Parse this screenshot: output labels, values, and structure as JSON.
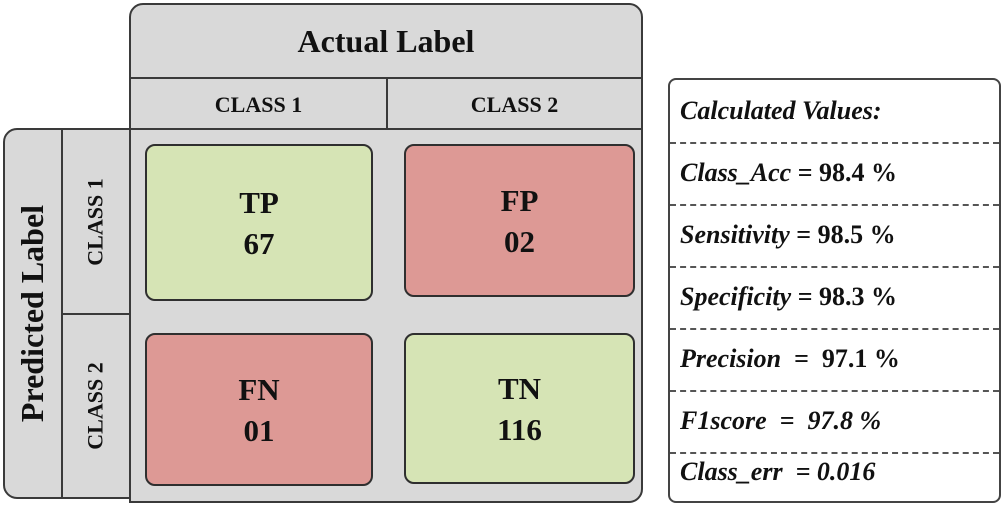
{
  "actual_label": {
    "title": "Actual Label",
    "classes": [
      "CLASS 1",
      "CLASS 2"
    ]
  },
  "predicted_label": {
    "title": "Predicted Label",
    "classes": [
      "CLASS 1",
      "CLASS 2"
    ]
  },
  "matrix": {
    "tp": {
      "label": "TP",
      "value": "67"
    },
    "fp": {
      "label": "FP",
      "value": "02"
    },
    "fn": {
      "label": "FN",
      "value": "01"
    },
    "tn": {
      "label": "TN",
      "value": "116"
    }
  },
  "calculated": {
    "heading": "Calculated Values:",
    "rows": [
      {
        "name": "Class_Acc",
        "value": " = 98.4 %"
      },
      {
        "name": "Sensitivity",
        "value": " = 98.5 %"
      },
      {
        "name": "Specificity",
        "value": " = 98.3 %"
      },
      {
        "name": "Precision",
        "value": "  =  97.1 %"
      },
      {
        "name": "F1score",
        "value": "  =  97.8 %"
      },
      {
        "name": "Class_err",
        "value": "  = 0.016"
      }
    ]
  },
  "colors": {
    "correct_cell": "#d6e4b5",
    "error_cell": "#dd9995",
    "header_fill": "#d9d9d9"
  }
}
